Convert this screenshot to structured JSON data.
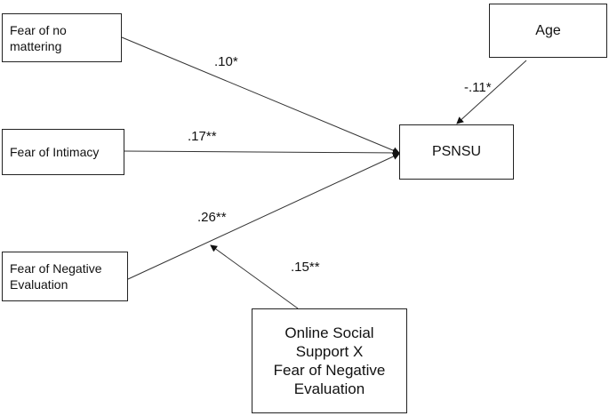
{
  "nodes": {
    "fear_no_mattering": [
      "Fear of no",
      "mattering"
    ],
    "fear_intimacy": [
      "Fear of Intimacy"
    ],
    "fear_negative_eval": [
      "Fear of Negative",
      "Evaluation"
    ],
    "age": [
      "Age"
    ],
    "psnsu": [
      "PSNSU"
    ],
    "moderator": [
      "Online Social",
      "Support X",
      "Fear of Negative",
      "Evaluation"
    ]
  },
  "paths": {
    "no_mattering_to_psnsu": ".10*",
    "intimacy_to_psnsu": ".17**",
    "negative_eval_to_psnsu": ".26**",
    "age_to_psnsu": "-.11*",
    "moderator_effect": ".15**"
  }
}
